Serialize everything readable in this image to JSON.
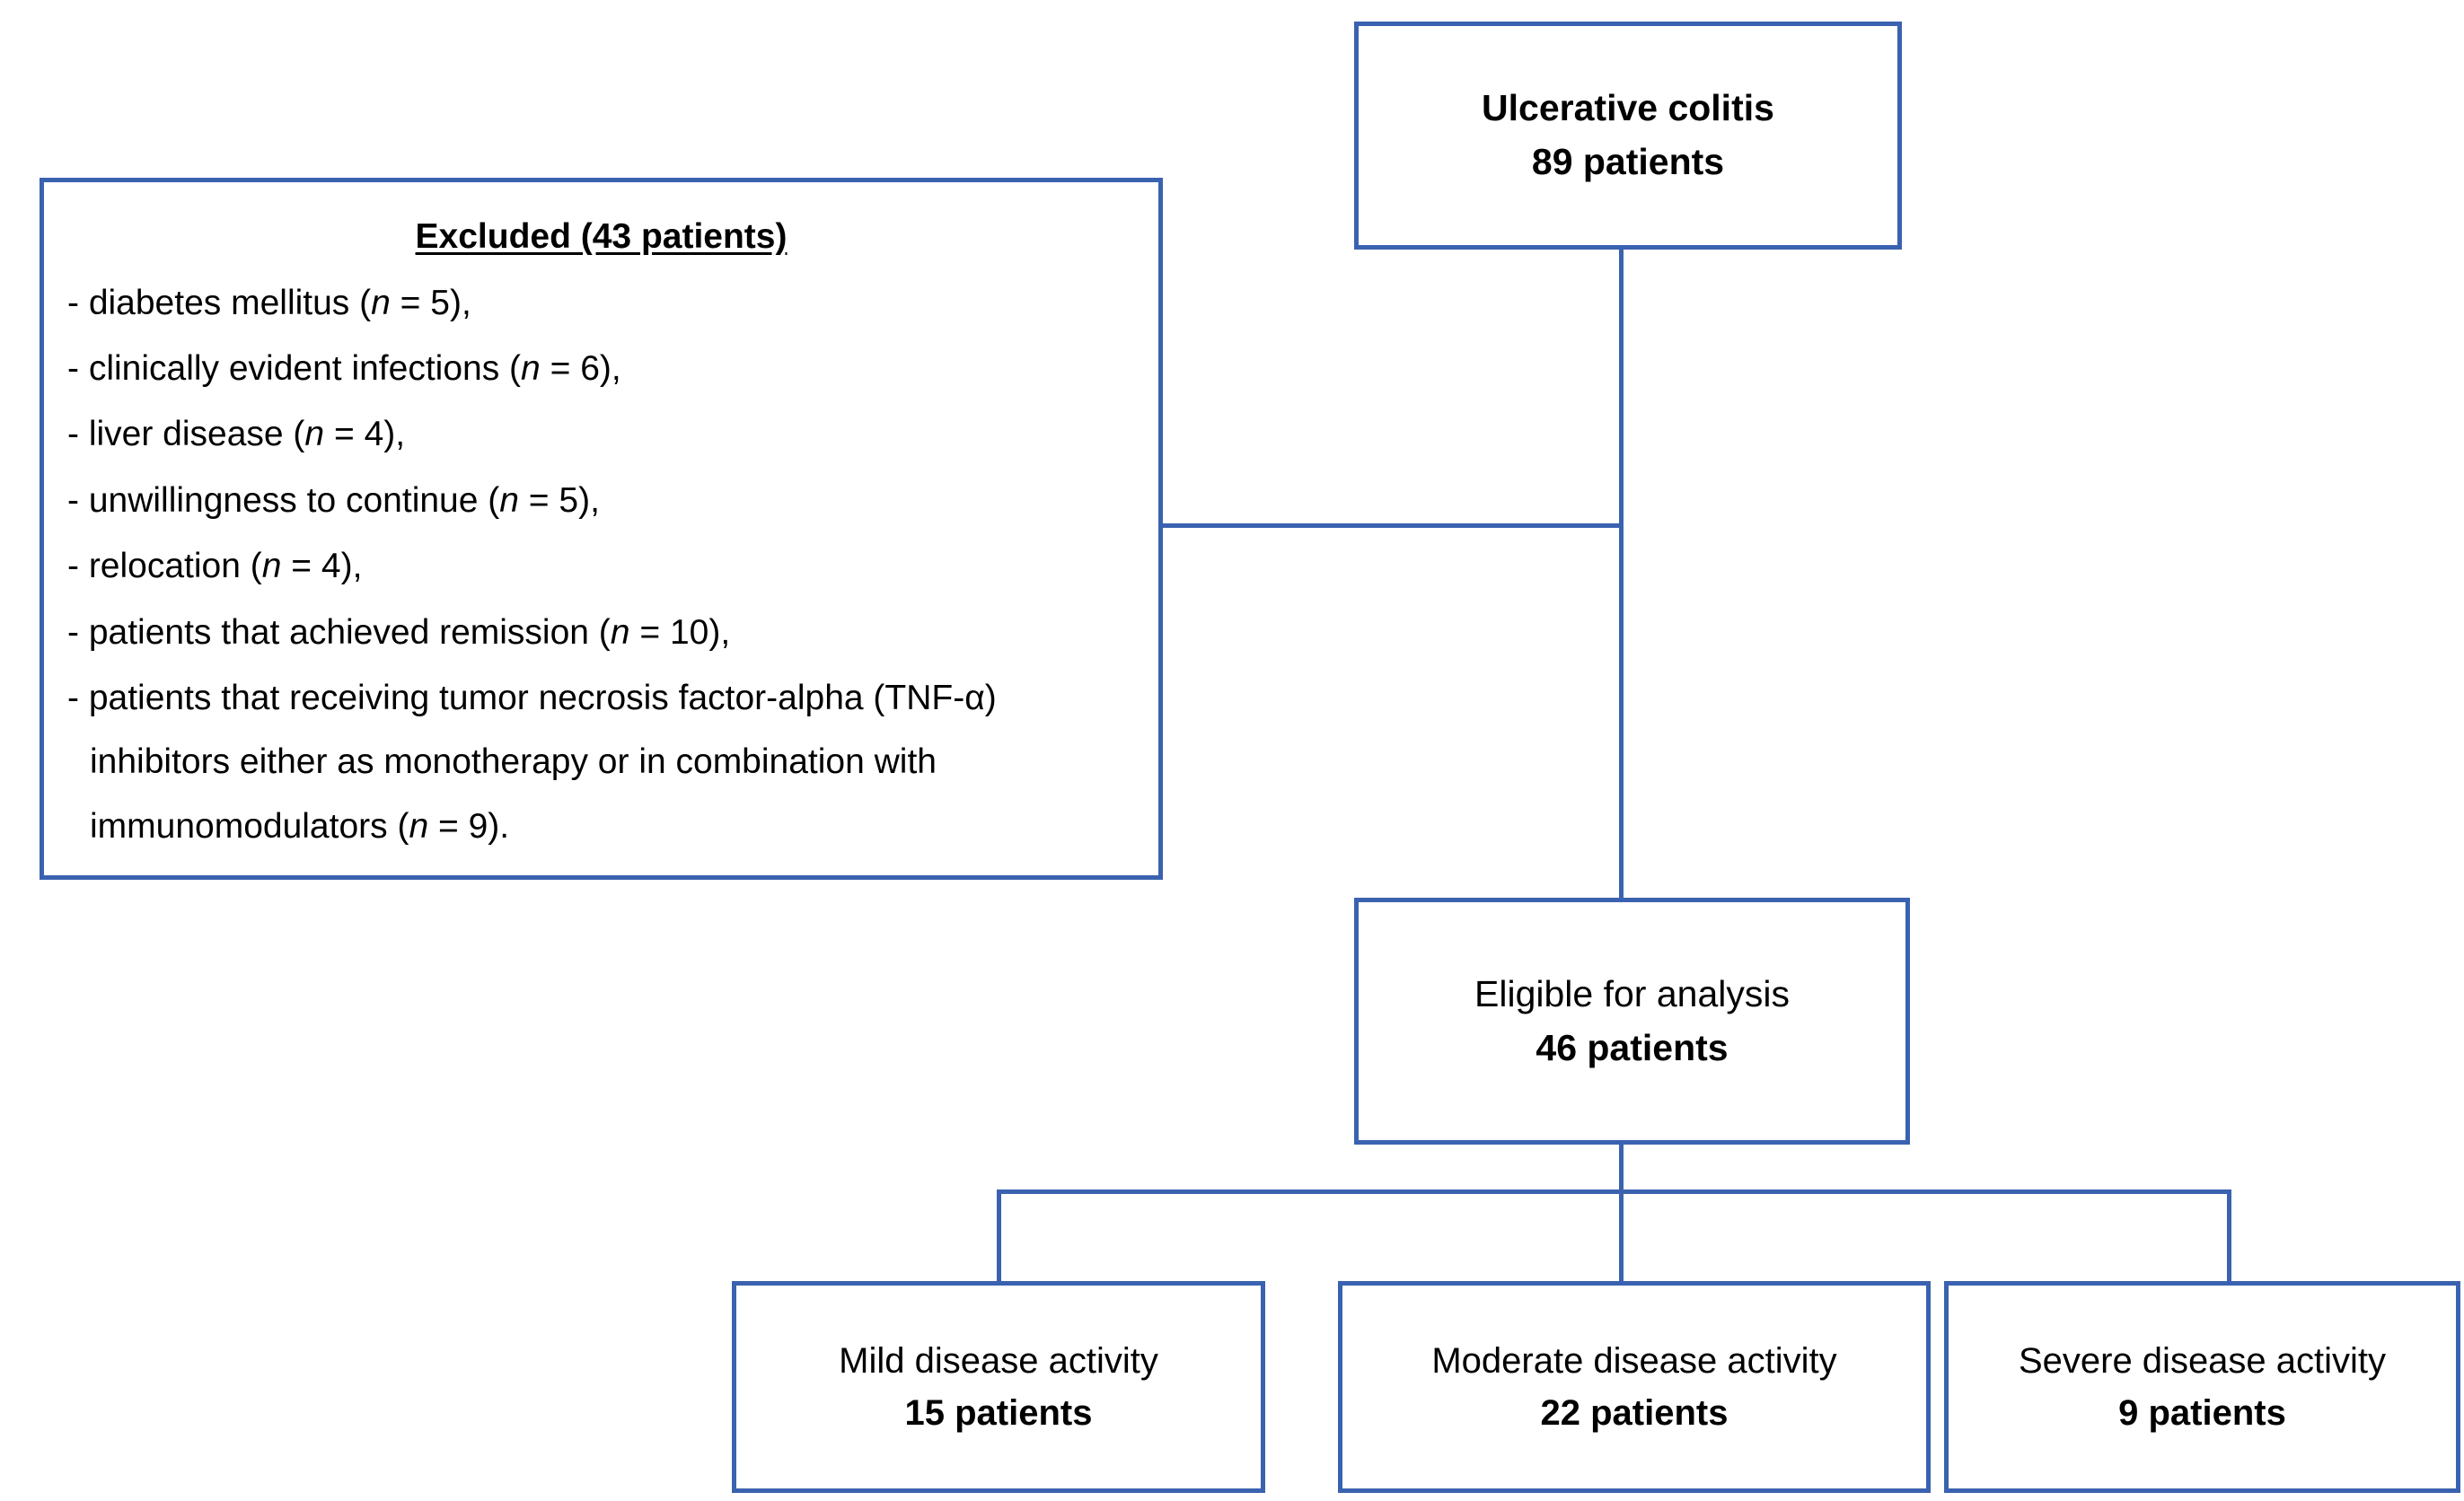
{
  "diagram": {
    "type": "flowchart",
    "title": "Patient selection flow diagram",
    "accent_color": "#3A62B0",
    "background": "#ffffff"
  },
  "top_box": {
    "title": "Ulcerative colitis",
    "count": "89 patients"
  },
  "excluded_box": {
    "heading": "Excluded (43 patients)",
    "items": [
      {
        "text": "- diabetes mellitus (",
        "n": "n",
        "value": " = 5),",
        "tail": ""
      },
      {
        "text": "- clinically evident infections (",
        "n": "n",
        "value": " = 6),",
        "tail": ""
      },
      {
        "text": "- liver disease (",
        "n": "n",
        "value": " = 4),",
        "tail": ""
      },
      {
        "text": "- unwillingness to continue (",
        "n": "n",
        "value": " = 5),",
        "tail": ""
      },
      {
        "text": "- relocation (",
        "n": "n",
        "value": " = 4),",
        "tail": ""
      },
      {
        "text": "- patients that achieved remission (",
        "n": "n",
        "value": " = 10),",
        "tail": ""
      }
    ],
    "last_item": {
      "line1": "- patients that receiving tumor necrosis factor-alpha (TNF-α)",
      "line2_a": "inhibitors either as monotherapy or in combination with",
      "line2_b": "immunomodulators (",
      "n": "n",
      "line2_c": " = 9)."
    }
  },
  "eligible_box": {
    "title": "Eligible for analysis",
    "count": "46 patients"
  },
  "outcome_boxes": [
    {
      "title": "Mild disease activity",
      "count": "15 patients"
    },
    {
      "title": "Moderate disease activity",
      "count": "22 patients"
    },
    {
      "title": "Severe disease activity",
      "count": "9 patients"
    }
  ]
}
